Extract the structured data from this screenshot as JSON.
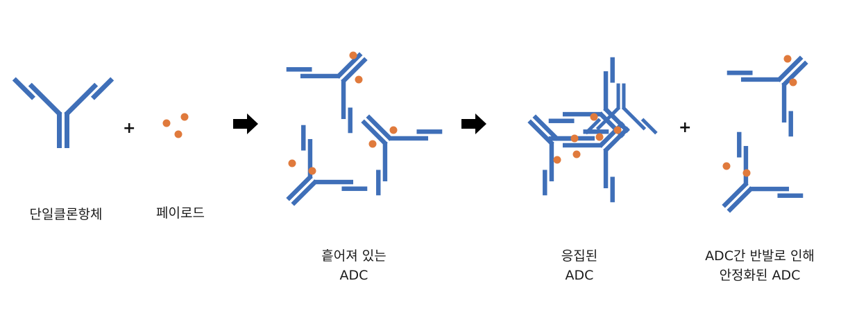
{
  "colors": {
    "antibody": "#3f6fb8",
    "payload": "#e07a3c",
    "arrow": "#000000",
    "text": "#1a1a1a"
  },
  "operators": {
    "plus": "+"
  },
  "labels": {
    "mab": "단일클론항체",
    "payload": "페이로드",
    "dispersed": {
      "line1": "흩어져 있는",
      "line2": "ADC"
    },
    "aggregated": {
      "line1": "응집된",
      "line2": "ADC"
    },
    "stabilized": {
      "line1": "ADC간 반발로 인해",
      "line2": "안정화된 ADC"
    }
  }
}
